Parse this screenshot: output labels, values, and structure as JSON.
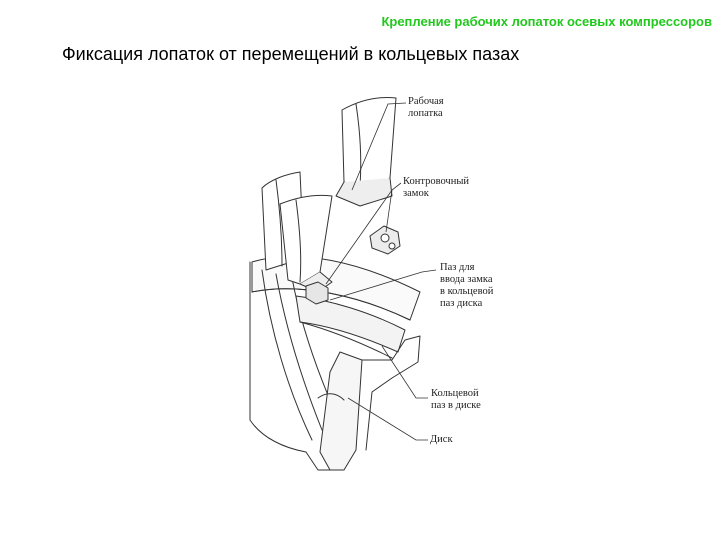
{
  "header": {
    "title": "Крепление рабочих лопаток осевых компрессоров"
  },
  "slide": {
    "subtitle": "Фиксация лопаток от перемещений в кольцевых пазах"
  },
  "diagram": {
    "labels": {
      "blade": "Рабочая\nлопатка",
      "lock": "Контровочный\nзамок",
      "slot_entry": "Паз для\nввода замка\nв кольцевой\nпаз диска",
      "ring_groove": "Кольцевой\nпаз в диске",
      "disk": "Диск"
    },
    "colors": {
      "header": "#22c81e",
      "line": "#333333"
    }
  }
}
